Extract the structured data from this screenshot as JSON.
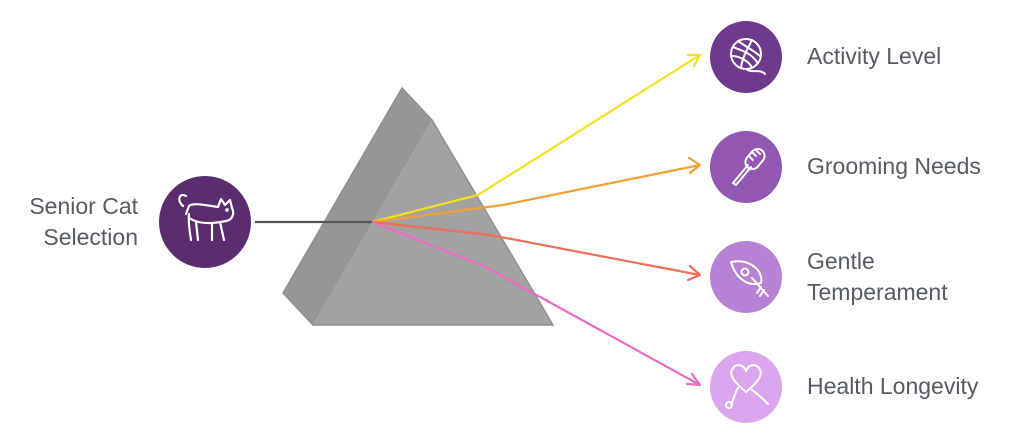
{
  "source": {
    "label_line1": "Senior Cat",
    "label_line2": "Selection",
    "icon": "cat-icon",
    "color": "#5a2d6e"
  },
  "outputs": [
    {
      "label_line1": "Activity Level",
      "label_line2": "",
      "icon": "yarn-ball-icon",
      "circle_color": "#6d3a8c",
      "ray_color": "#f3e01f"
    },
    {
      "label_line1": "Grooming Needs",
      "label_line2": "",
      "icon": "brush-icon",
      "circle_color": "#9157b3",
      "ray_color": "#f0a035"
    },
    {
      "label_line1": "Gentle",
      "label_line2": "Temperament",
      "icon": "feather-icon",
      "circle_color": "#b683d4",
      "ray_color": "#ef6e5a"
    },
    {
      "label_line1": "Health Longevity",
      "label_line2": "",
      "icon": "heart-stethoscope-icon",
      "circle_color": "#d9a6ee",
      "ray_color": "#ec6bc4"
    }
  ],
  "colors": {
    "prism_front": "#a2a2a2",
    "prism_side": "#969696",
    "prism_edge": "#8a8a8a",
    "input_beam": "#555555",
    "text": "#555b61"
  }
}
